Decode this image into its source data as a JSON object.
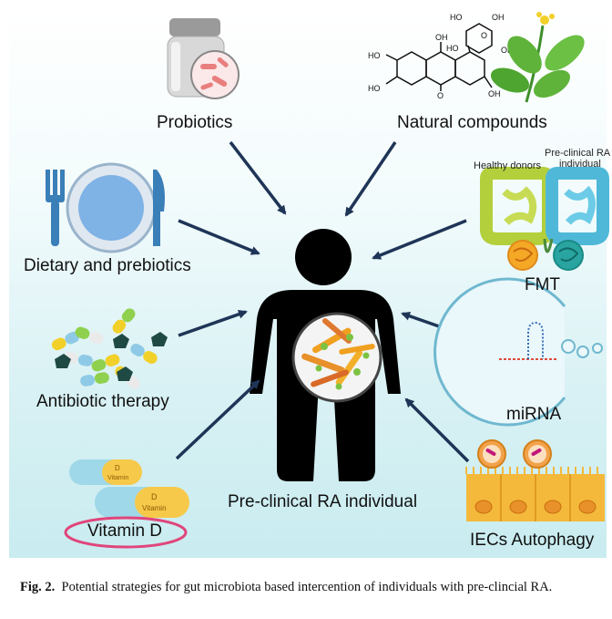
{
  "labels": {
    "probiotics": "Probiotics",
    "natural_compounds": "Natural compounds",
    "dietary": "Dietary and prebiotics",
    "fmt": "FMT",
    "healthy_donors": "Healthy donors",
    "pre_clinical_ra_line1": "Pre-clinical RA",
    "pre_clinical_ra_line2": "individual",
    "antibiotic": "Antibiotic therapy",
    "mirna": "miRNA",
    "vitamin_d": "Vitamin D",
    "center": "Pre-clinical RA individual",
    "iecs": "IECs Autophagy",
    "pill_letter": "D",
    "pill_word": "Vitamin"
  },
  "molecule": {
    "oh": "OH",
    "ho": "HO",
    "o": "O"
  },
  "caption": {
    "prefix": "Fig. 2.",
    "text": "Potential strategies for gut microbiota based intercention of individuals with pre-clincial RA."
  },
  "colors": {
    "arrow": "#1f3557",
    "highlight_ellipse": "#e0457b",
    "person": "#000000"
  }
}
